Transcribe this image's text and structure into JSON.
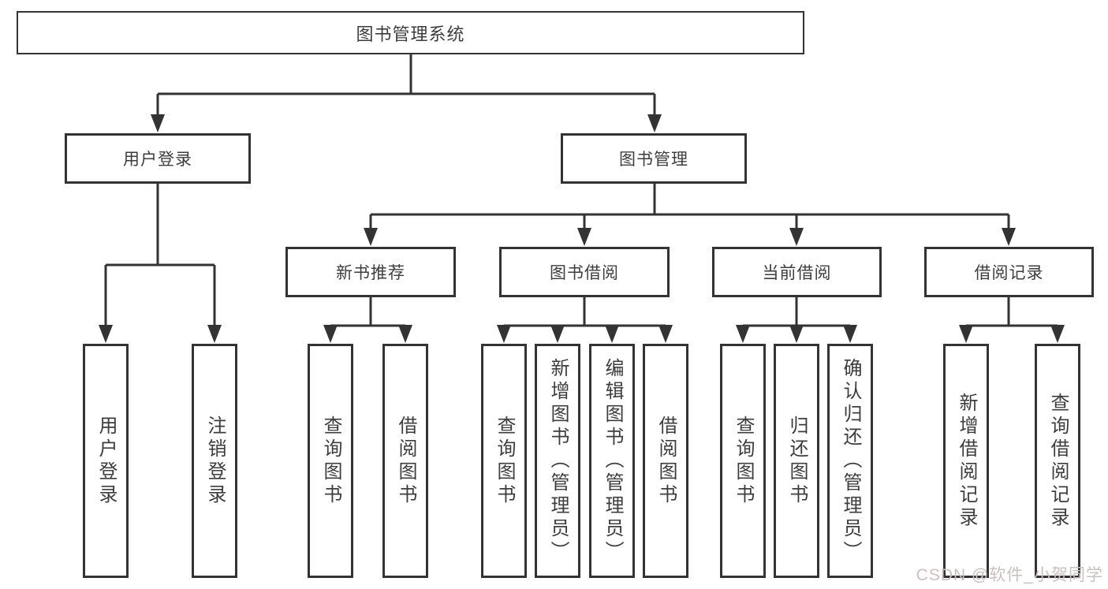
{
  "diagram": {
    "tree": {
      "root": {
        "label": "图书管理系统",
        "children": [
          {
            "label": "用户登录",
            "children": [
              {
                "label": "用户登录"
              },
              {
                "label": "注销登录"
              }
            ]
          },
          {
            "label": "图书管理",
            "children": [
              {
                "label": "新书推荐",
                "children": [
                  {
                    "label": "查询图书"
                  },
                  {
                    "label": "借阅图书"
                  }
                ]
              },
              {
                "label": "图书借阅",
                "children": [
                  {
                    "label": "查询图书"
                  },
                  {
                    "label": "新增图书（管理员）"
                  },
                  {
                    "label": "编辑图书（管理员）"
                  },
                  {
                    "label": "借阅图书"
                  }
                ]
              },
              {
                "label": "当前借阅",
                "children": [
                  {
                    "label": "查询图书"
                  },
                  {
                    "label": "归还图书"
                  },
                  {
                    "label": "确认归还（管理员）"
                  }
                ]
              },
              {
                "label": "借阅记录",
                "children": [
                  {
                    "label": "新增借阅记录"
                  },
                  {
                    "label": "查询借阅记录"
                  }
                ]
              }
            ]
          }
        ]
      }
    },
    "colors": {
      "line": "#333333",
      "box_border": "#333333",
      "text": "#3d3d3d",
      "background": "#ffffff",
      "watermark": "#ccbfbf"
    }
  },
  "watermark": {
    "text": "CSDN @软件_小贺同学"
  }
}
